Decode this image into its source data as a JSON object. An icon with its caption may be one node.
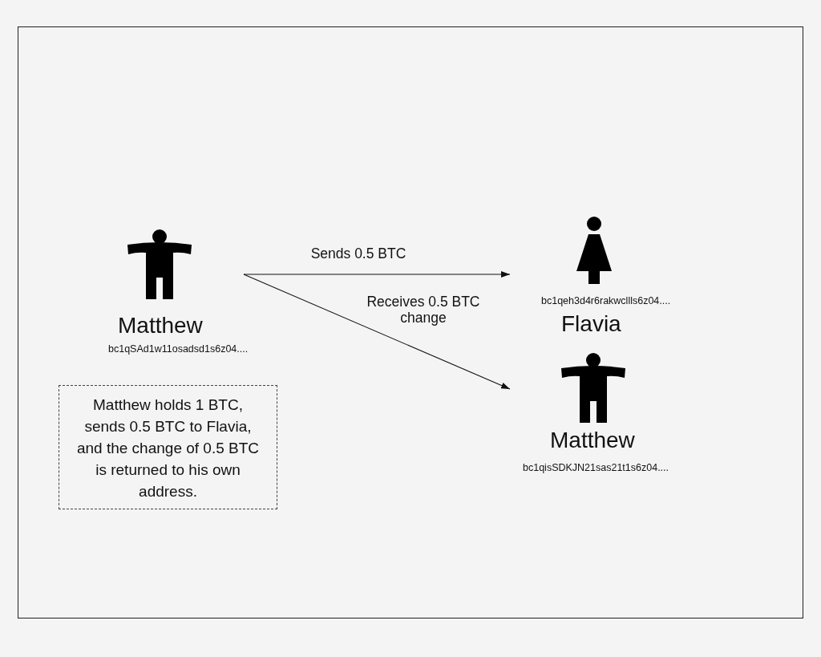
{
  "diagram": {
    "nodes": [
      {
        "text": [
          "Matthew",
          "bc1qSAd1w11osadsd1s6z04...."
        ]
      },
      {
        "text": [
          "bc1qeh3d4r6rakwcllls6z04....",
          "Flavia"
        ]
      },
      {
        "text": [
          "Matthew",
          "bc1qisSDKJN21sas21t1s6z04...."
        ]
      },
      {
        "text": [
          "Matthew holds 1 BTC, sends 0.5 BTC to Flavia, and the change of 0.5 BTC is returned to his own address."
        ]
      }
    ],
    "edges": [
      {
        "from": 0,
        "to": 1,
        "arrow": "to",
        "label": "Sends 0.5 BTC"
      },
      {
        "from": 0,
        "to": 2,
        "arrow": "to",
        "label": "Receives 0.5 BTC change"
      }
    ]
  }
}
